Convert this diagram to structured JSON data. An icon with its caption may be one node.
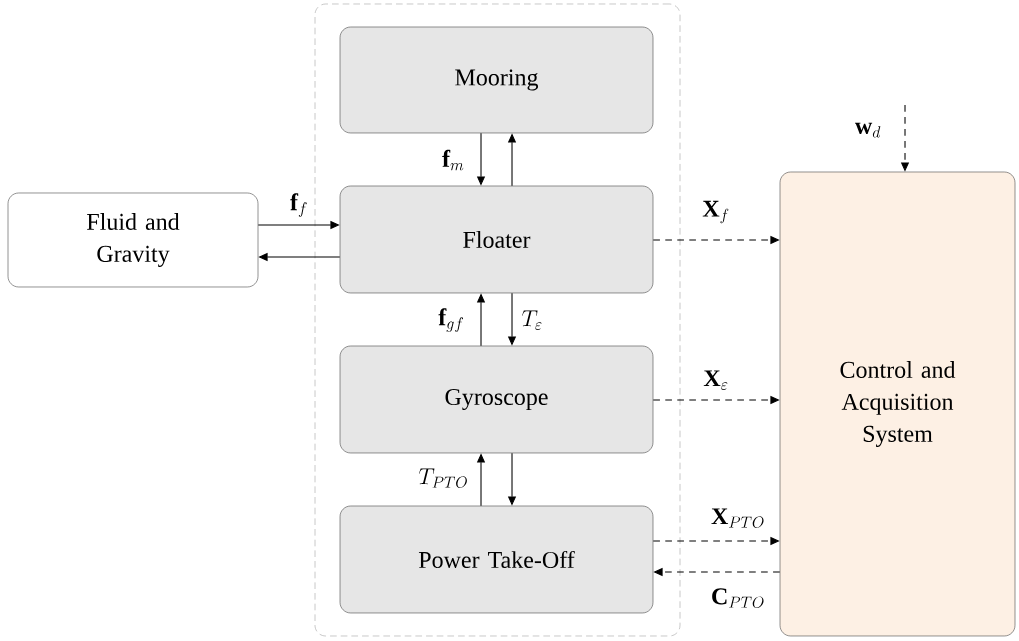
{
  "diagram": {
    "nodes": [
      {
        "text": [],
        "shape": "box"
      },
      {
        "text": [
          "Mooring"
        ],
        "in": 0
      },
      {
        "text": [
          "Floater"
        ],
        "in": 0
      },
      {
        "text": [
          "Gyroscope"
        ],
        "in": 0
      },
      {
        "text": [
          "Power Take-Off"
        ],
        "in": 0
      },
      {
        "text": [
          "Fluid and Gravity"
        ]
      },
      {
        "text": [
          "Control and Acquisition System"
        ]
      }
    ],
    "edges": [
      {
        "from": 1,
        "to": 2,
        "arrow": "to",
        "label": "\\mathbf{f}_m"
      },
      {
        "from": 2,
        "to": 1,
        "arrow": "to"
      },
      {
        "from": 5,
        "to": 2,
        "arrow": "to",
        "label": "\\mathbf{f}_f"
      },
      {
        "from": 2,
        "to": 5,
        "arrow": "to"
      },
      {
        "from": 3,
        "to": 2,
        "arrow": "to",
        "label": "\\mathbf{f}_{gf}"
      },
      {
        "from": 2,
        "to": 3,
        "arrow": "to",
        "label": "T_\\varepsilon"
      },
      {
        "from": 4,
        "to": 3,
        "arrow": "to",
        "label": "T_{PTO}"
      },
      {
        "from": 3,
        "to": 4,
        "arrow": "to"
      },
      {
        "from": 2,
        "to": 6,
        "arrow": "to",
        "style": "dashed",
        "label": "\\mathbf{X}_f"
      },
      {
        "from": 3,
        "to": 6,
        "arrow": "to",
        "style": "dashed",
        "label": "\\mathbf{X}_\\varepsilon"
      },
      {
        "from": 4,
        "to": 6,
        "arrow": "to",
        "style": "dashed",
        "label": "\\mathbf{X}_{PTO}"
      },
      {
        "from": 6,
        "to": 4,
        "arrow": "to",
        "style": "dashed",
        "label": "\\mathbf{C}_{PTO}"
      },
      {
        "from": null,
        "to": 6,
        "arrow": "to",
        "style": "dashed",
        "label": "\\mathbf{w}_d"
      }
    ]
  }
}
